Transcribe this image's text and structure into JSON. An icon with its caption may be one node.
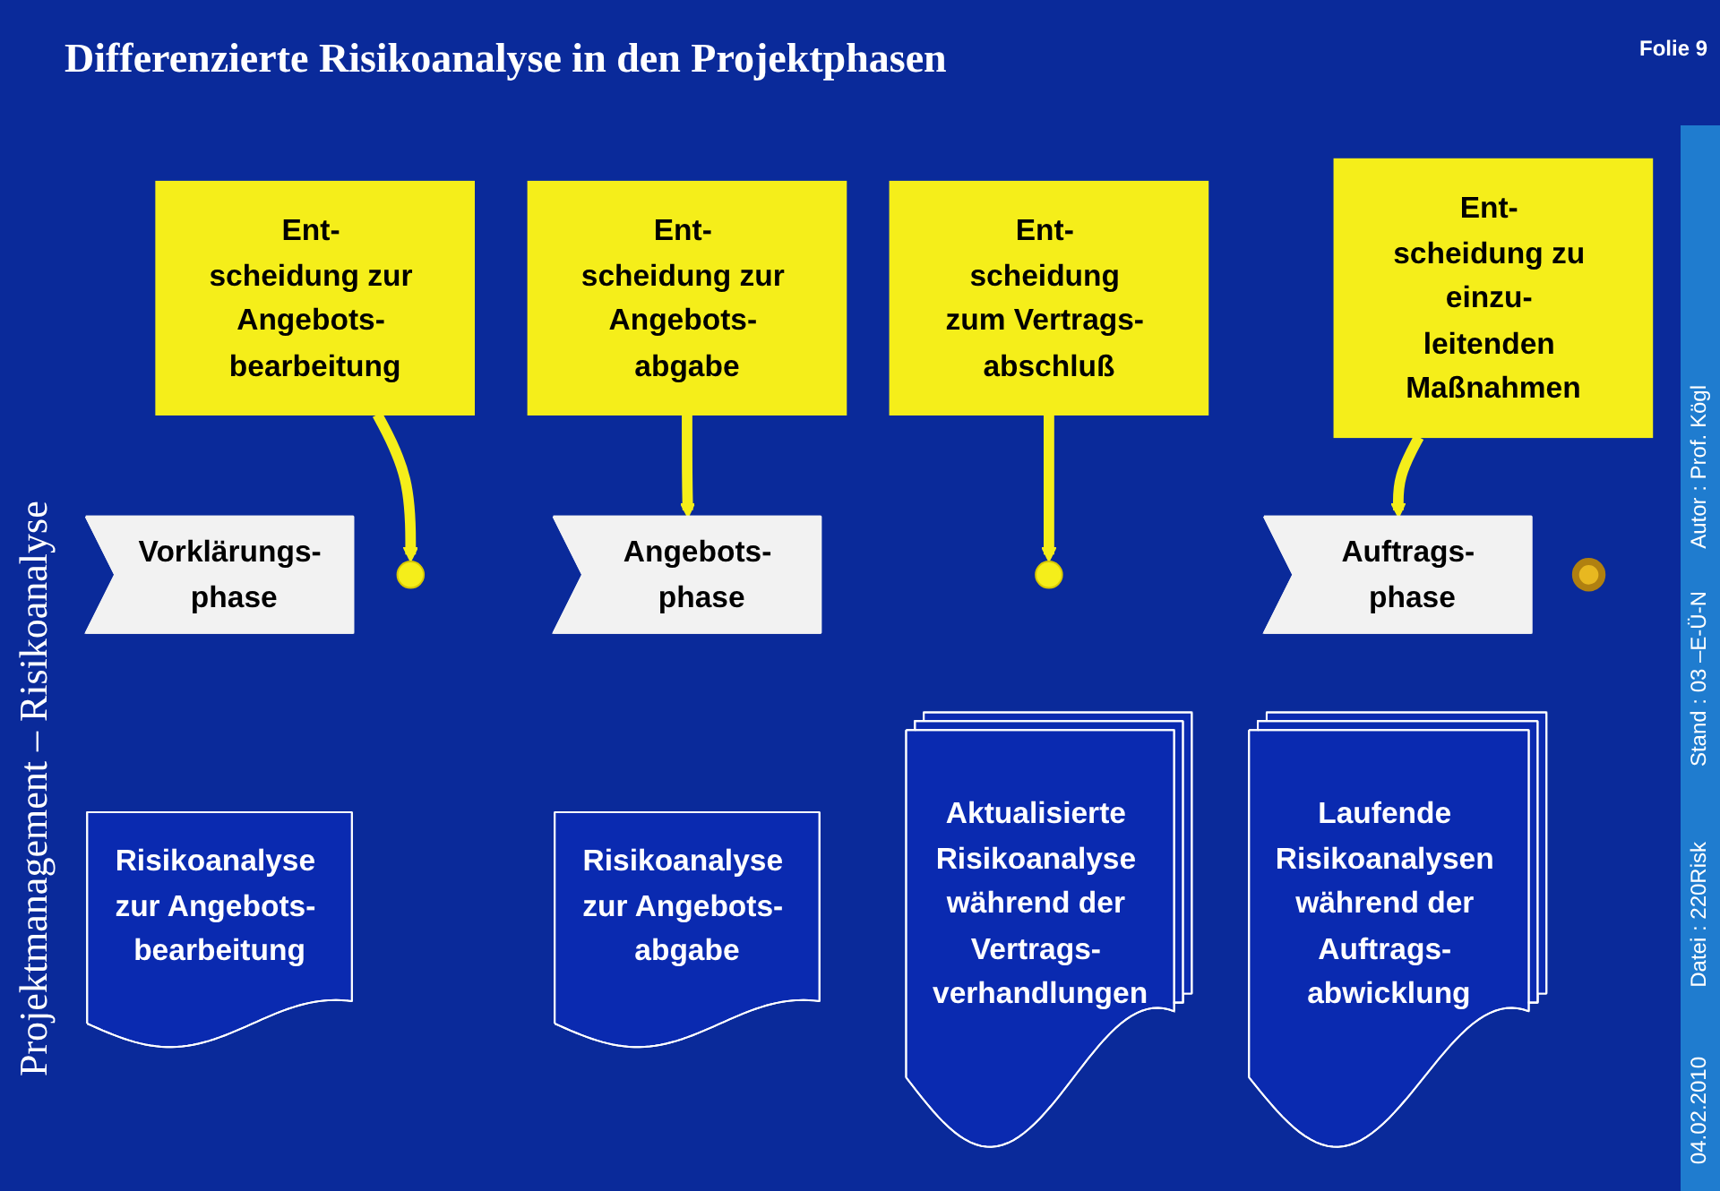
{
  "diagram": {
    "title": "Differenzierte Risikoanalyse in den Projektphasen",
    "nodes": [
      {
        "text": [
          "Ent- scheidung zur Angebots- bearbeitung"
        ]
      },
      {
        "text": [
          "Ent- scheidung zur Angebots- abgabe"
        ]
      },
      {
        "text": [
          "Ent- scheidung zum Vertrags- abschluß"
        ]
      },
      {
        "text": [
          "Ent- scheidung zu einzu- leitenden Maßnahmen"
        ]
      },
      {
        "text": [
          "Vorklärungs- phase"
        ]
      },
      {
        "text": [],
        "shape": "circle"
      },
      {
        "text": [
          "Angebots- phase"
        ]
      },
      {
        "text": [],
        "shape": "circle"
      },
      {
        "text": [
          "Auftrags- phase"
        ]
      },
      {
        "text": [],
        "shape": "circle"
      },
      {
        "text": [
          "Risikoanalyse zur Angebots- bearbeitung"
        ]
      },
      {
        "text": [
          "Risikoanalyse zur Angebots- abgabe"
        ]
      },
      {
        "text": [
          "Aktualisierte Risikoanalyse während der Vertrags- verhandlungen"
        ]
      },
      {
        "text": [
          "Laufende Risikoanalysen während der Auftrags- abwicklung"
        ]
      }
    ],
    "edges": [
      {
        "from": 0,
        "to": 5,
        "arrow": "to"
      },
      {
        "from": 1,
        "to": 6,
        "arrow": "to"
      },
      {
        "from": 2,
        "to": 7,
        "arrow": "to"
      },
      {
        "from": 3,
        "to": 8,
        "arrow": "to"
      }
    ],
    "labels": [
      "Folie 9",
      "Projektmanagement – Risikoanalyse",
      "04.02.2010",
      "Datei : 220Risk",
      "Stand : 03 –E-Ü-N",
      "Autor : Prof. Kögl"
    ]
  }
}
